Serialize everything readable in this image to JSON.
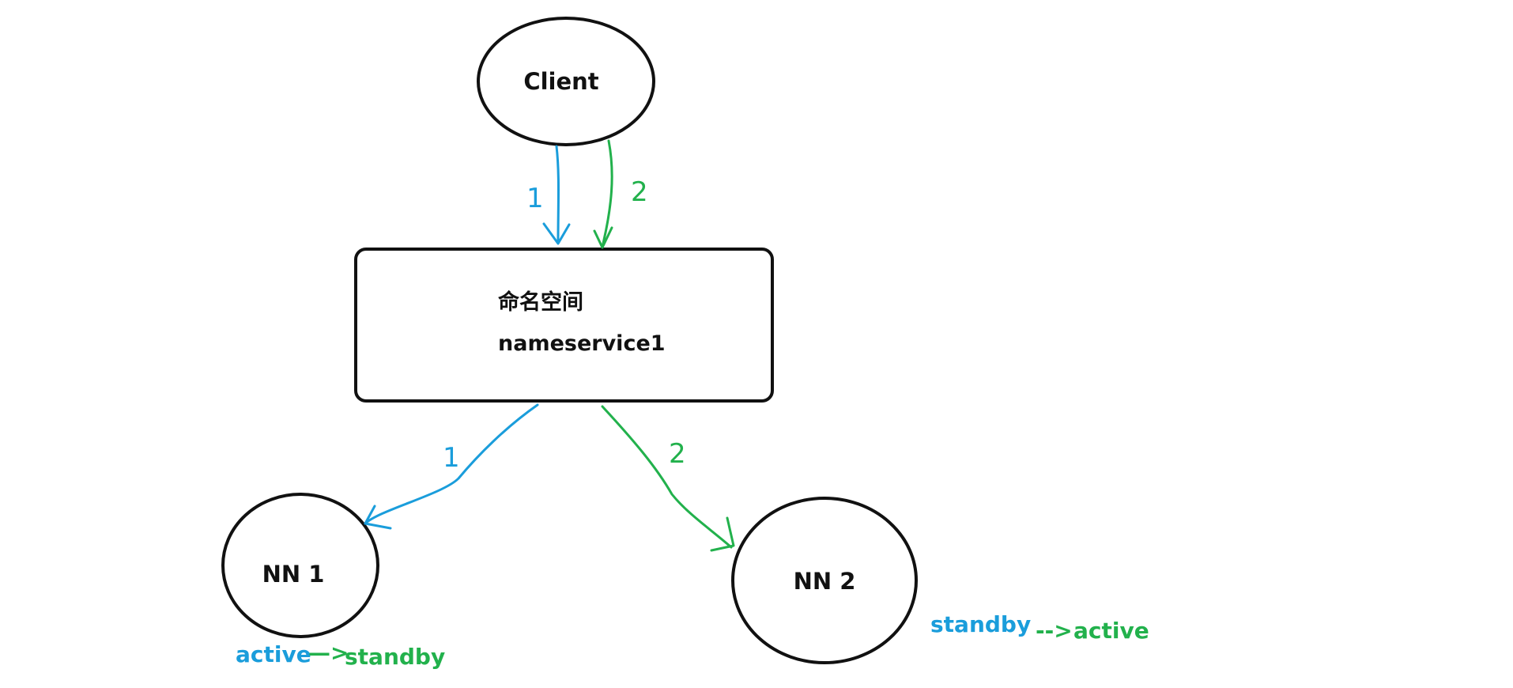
{
  "nodes": {
    "client": "Client",
    "namespace_title": "命名空间",
    "namespace_name": "nameservice1",
    "nn1": "NN 1",
    "nn2": "NN 2"
  },
  "edges": {
    "client_to_ns_first": "1",
    "client_to_ns_second": "2",
    "ns_to_nn1": "1",
    "ns_to_nn2": "2"
  },
  "states": {
    "nn1_before": "active",
    "nn1_arrow": "—>",
    "nn1_after": "standby",
    "nn2_before": "standby",
    "nn2_arrow": "-->",
    "nn2_after": "active"
  },
  "colors": {
    "first_request": "#1a9ddb",
    "second_request": "#22b14c",
    "outline": "#111111"
  }
}
